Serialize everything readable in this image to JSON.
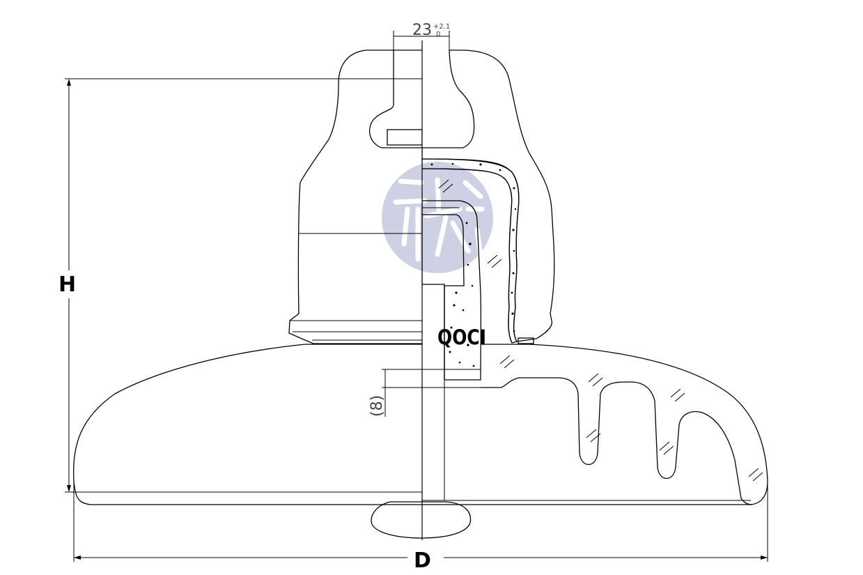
{
  "drawing": {
    "labels": {
      "height": "H",
      "diameter": "D",
      "brand": "QOCI",
      "pin_hole_dim": "23",
      "pin_hole_tol_upper": "+2.1",
      "pin_hole_tol_lower": "0",
      "depth_dim": "(8)"
    },
    "colors": {
      "line": "#000000",
      "background": "#ffffff",
      "watermark": "#c9cce0"
    },
    "icons": [
      "watermark-seal-icon"
    ]
  }
}
